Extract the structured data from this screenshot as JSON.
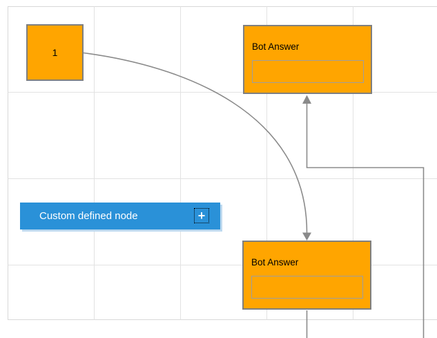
{
  "colors": {
    "node_orange": "#ffa500",
    "node_border_gray": "#7f7f7f",
    "node_blue": "#2a91d8",
    "blue_shadow": "#bdd9ef",
    "connector_gray": "#8a8a8a",
    "inner_box_border": "#9e9e9e",
    "grid_color": "#e2e2e2",
    "page_border_color": "#d8d8d8",
    "text_black": "#000000",
    "text_white": "#ffffff"
  },
  "nodes": {
    "start": {
      "label": "1"
    },
    "bot_answer_top": {
      "title": "Bot Answer",
      "input_value": ""
    },
    "bot_answer_bottom": {
      "title": "Bot Answer",
      "input_value": ""
    },
    "custom": {
      "label": "Custom defined node",
      "add_icon_glyph": "+"
    }
  }
}
